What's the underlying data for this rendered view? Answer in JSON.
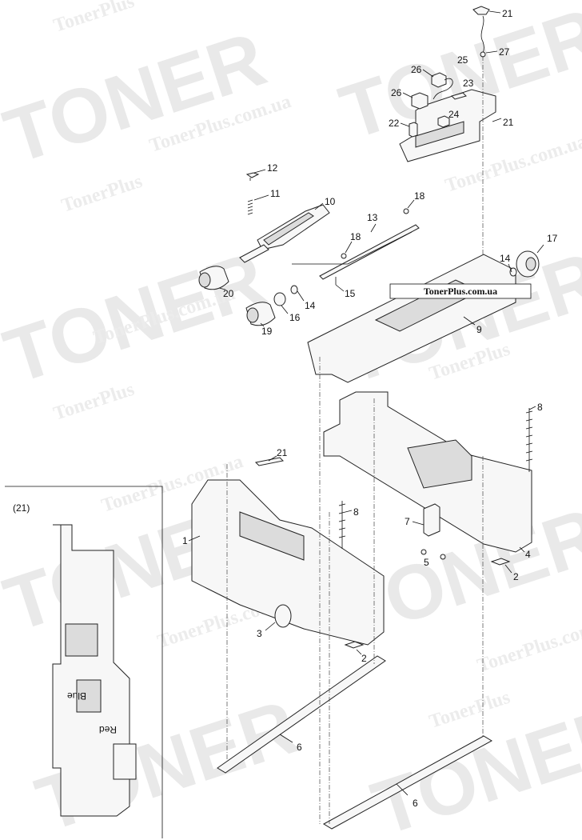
{
  "watermark": {
    "brand": "TONER",
    "site": "TonerPlus.com.ua",
    "site_short": "TonerPlus"
  },
  "badge": "TonerPlus.com.ua",
  "inset": {
    "label": "(21)",
    "arrow_label_1": "Blue",
    "arrow_label_2": "Red"
  },
  "callouts": [
    {
      "id": "c21a",
      "text": "21"
    },
    {
      "id": "c27",
      "text": "27"
    },
    {
      "id": "c25",
      "text": "25"
    },
    {
      "id": "c26a",
      "text": "26"
    },
    {
      "id": "c23",
      "text": "23"
    },
    {
      "id": "c26b",
      "text": "26"
    },
    {
      "id": "c24",
      "text": "24"
    },
    {
      "id": "c22",
      "text": "22"
    },
    {
      "id": "c21b",
      "text": "21"
    },
    {
      "id": "c12",
      "text": "12"
    },
    {
      "id": "c11",
      "text": "11"
    },
    {
      "id": "c10",
      "text": "10"
    },
    {
      "id": "c18a",
      "text": "18"
    },
    {
      "id": "c13",
      "text": "13"
    },
    {
      "id": "c18b",
      "text": "18"
    },
    {
      "id": "c17",
      "text": "17"
    },
    {
      "id": "c14a",
      "text": "14"
    },
    {
      "id": "c20",
      "text": "20"
    },
    {
      "id": "c15",
      "text": "15"
    },
    {
      "id": "c14b",
      "text": "14"
    },
    {
      "id": "c16",
      "text": "16"
    },
    {
      "id": "c19",
      "text": "19"
    },
    {
      "id": "c9",
      "text": "9"
    },
    {
      "id": "c8a",
      "text": "8"
    },
    {
      "id": "c21c",
      "text": "21"
    },
    {
      "id": "c8b",
      "text": "8"
    },
    {
      "id": "c7",
      "text": "7"
    },
    {
      "id": "c1",
      "text": "1"
    },
    {
      "id": "c5",
      "text": "5"
    },
    {
      "id": "c4",
      "text": "4"
    },
    {
      "id": "c2a",
      "text": "2"
    },
    {
      "id": "c3",
      "text": "3"
    },
    {
      "id": "c2b",
      "text": "2"
    },
    {
      "id": "c6a",
      "text": "6"
    },
    {
      "id": "c6b",
      "text": "6"
    }
  ]
}
